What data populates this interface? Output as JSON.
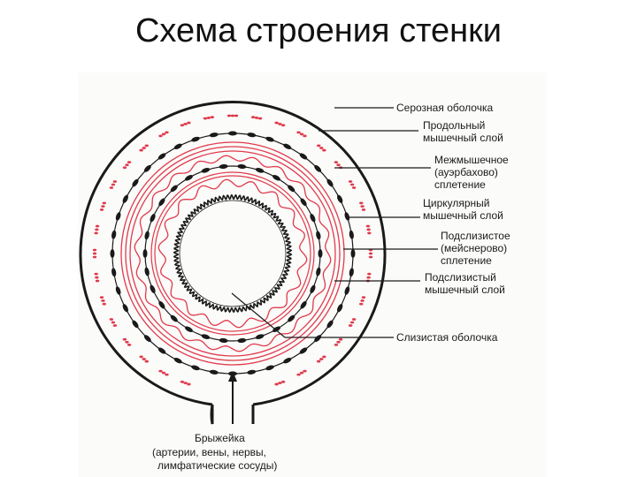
{
  "slide": {
    "title": "Схема строения стенки"
  },
  "labels": {
    "serosa": "Серозная оболочка",
    "longitudinal": [
      "Продольный",
      "мышечный слой"
    ],
    "myenteric": [
      "Межмышечное",
      "(ауэрбахово)",
      "сплетение"
    ],
    "circular": [
      "Циркулярный",
      "мышечный слой"
    ],
    "submucosal_plexus": [
      "Подслизистое",
      "(мейснерово)",
      "сплетение"
    ],
    "submucosa_muscle": [
      "Подслизистый",
      "мышечный слой"
    ],
    "mucosa": "Слизистая оболочка",
    "mesentery": [
      "Брыжейка",
      "(артерии, вены, нервы,",
      "лимфатические сосуды)"
    ]
  },
  "colors": {
    "red": "#e03a4c",
    "ink": "#1a1a1a"
  }
}
